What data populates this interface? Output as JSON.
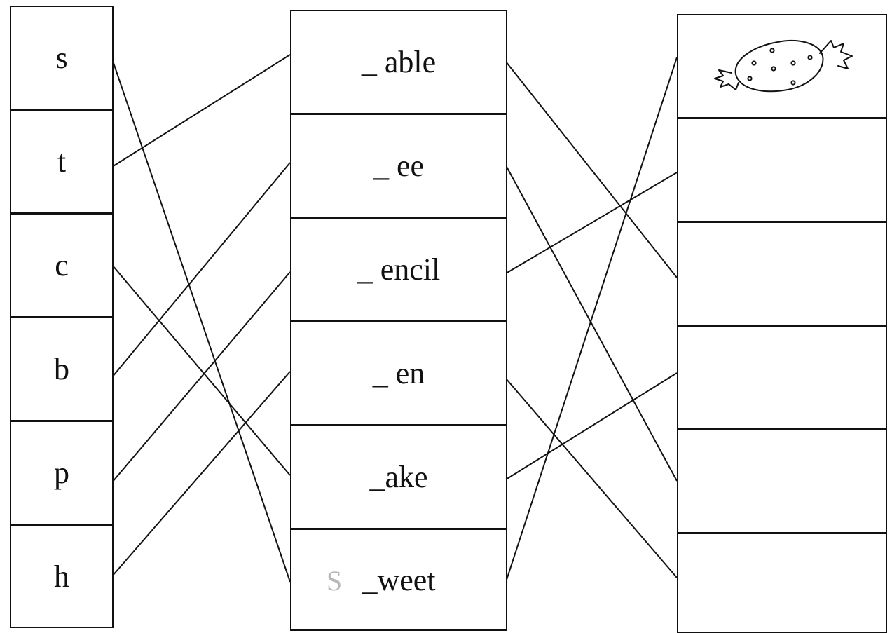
{
  "letters": [
    "s",
    "t",
    "c",
    "b",
    "p",
    "h"
  ],
  "words": [
    {
      "blank": "_",
      "rest": " able"
    },
    {
      "blank": "_",
      "rest": " ee"
    },
    {
      "blank": "_",
      "rest": " encil"
    },
    {
      "blank": "_",
      "rest": " en"
    },
    {
      "blank": "_",
      "rest": "ake"
    },
    {
      "blank": "_",
      "rest": "weet",
      "filled": "S"
    }
  ],
  "pictures": [
    "candy-icon",
    "",
    "",
    "",
    "",
    ""
  ],
  "matches": {
    "letter_to_word": [
      [
        0,
        5
      ],
      [
        1,
        0
      ],
      [
        2,
        4
      ],
      [
        3,
        1
      ],
      [
        4,
        2
      ],
      [
        5,
        3
      ]
    ],
    "word_to_picture": [
      [
        0,
        2
      ],
      [
        1,
        4
      ],
      [
        2,
        1
      ],
      [
        3,
        5
      ],
      [
        4,
        3
      ],
      [
        5,
        0
      ]
    ]
  }
}
